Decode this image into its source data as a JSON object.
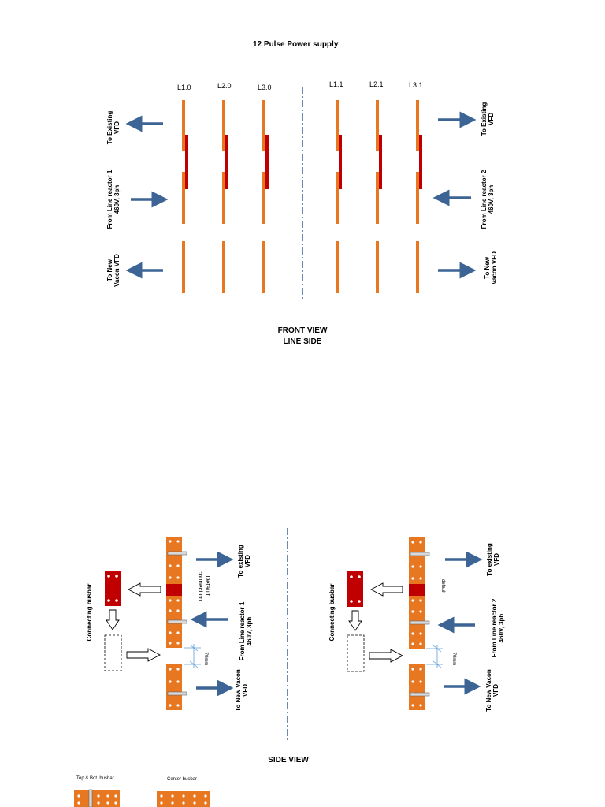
{
  "title": "12 Pulse Power supply",
  "front_view": {
    "caption_line1": "FRONT VIEW",
    "caption_line2": "LINE SIDE",
    "phases_left": [
      "L1.0",
      "L2.0",
      "L3.0"
    ],
    "phases_right": [
      "L1.1",
      "L2.1",
      "L3.1"
    ],
    "labels_left": {
      "to_existing": "To Existing\nVFD",
      "from_reactor": "From Line reactor 1\n460V, 3ph",
      "to_new": "To New\nVacon VFD"
    },
    "labels_right": {
      "to_existing": "To Existing\nVFD",
      "from_reactor": "From Line reactor 2\n460V, 3ph",
      "to_new": "To New\nVacon VFD"
    }
  },
  "side_view": {
    "caption": "SIDE VIEW",
    "left": {
      "connecting_busbar": "Connecting busbar",
      "default_connection": "Default\nconnection",
      "dimension": "70mm",
      "to_existing": "To existing\nVFD",
      "from_reactor": "From Line reactor 1\n460V, 3ph",
      "to_new": "To New Vacon\nVFD"
    },
    "right": {
      "connecting_busbar": "Connecting busbar",
      "default_connection": "default",
      "dimension": "70mm",
      "to_existing": "To existing\nVFD",
      "from_reactor": "From Line reactor 2\n460V, 3ph",
      "to_new": "To New Vacon\nVFD"
    }
  },
  "legend": {
    "top_bot_label": "Top & Bot. busbar",
    "center_label": "Center busbar"
  },
  "colors": {
    "busbar_orange": "#e87722",
    "link_red": "#c00000",
    "arrow_blue": "#3c6495",
    "centerline_blue": "#3c6495",
    "dimension_blue": "#5b9bd5"
  }
}
